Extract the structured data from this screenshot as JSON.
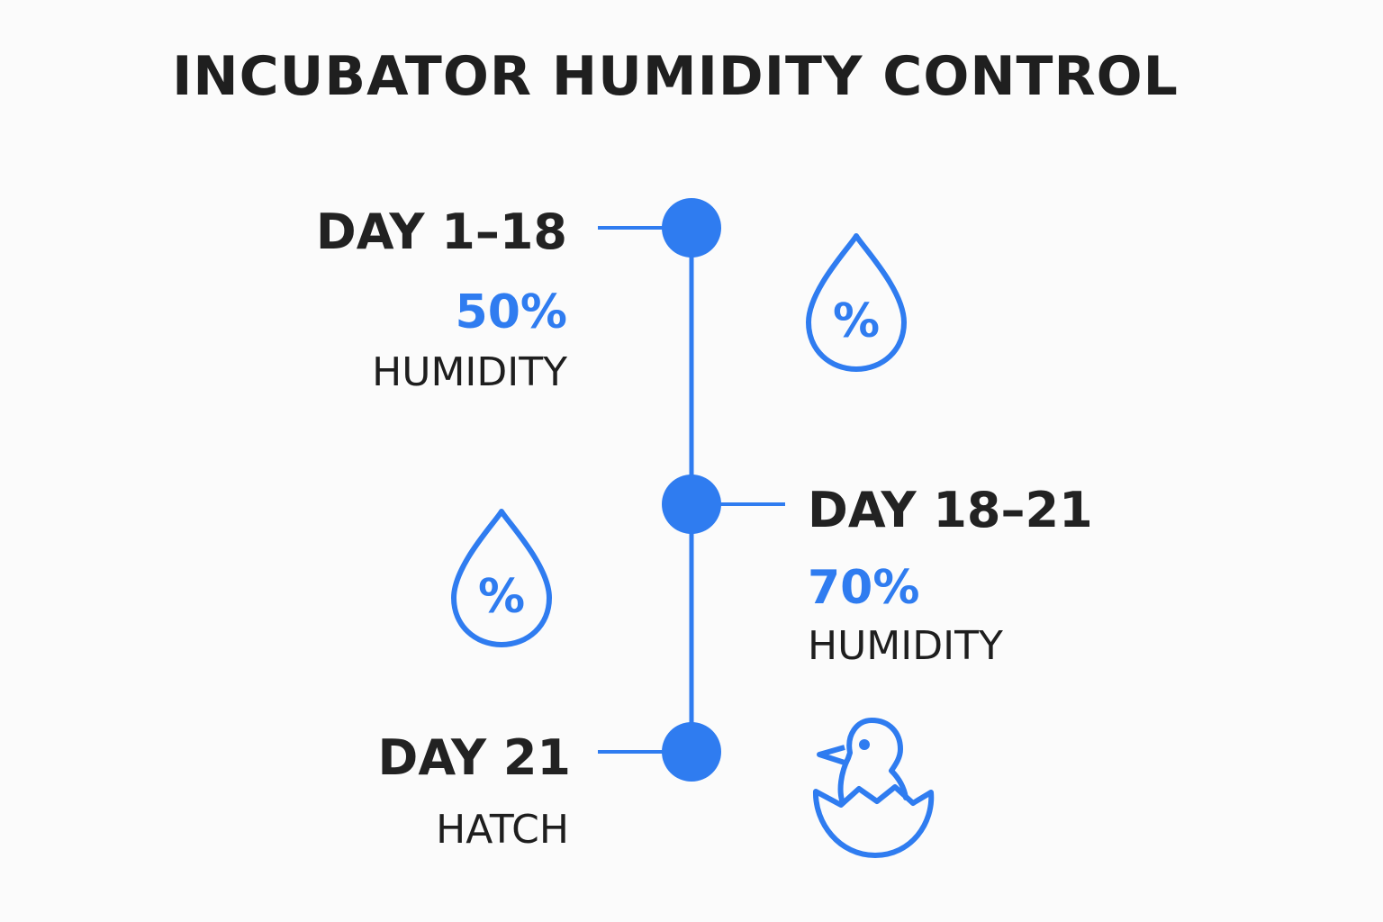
{
  "title": "INCUBATOR HUMIDITY CONTROL",
  "colors": {
    "accent": "#2f7cf0",
    "text": "#1e1e1e",
    "background": "#fbfbfb"
  },
  "stages": [
    {
      "day": "DAY 1–18",
      "value": "50%",
      "description": "HUMIDITY",
      "icon": "humidity-drop-icon"
    },
    {
      "day": "DAY 18–21",
      "value": "70%",
      "description": "HUMIDITY",
      "icon": "humidity-drop-icon"
    },
    {
      "day": "DAY 21",
      "description": "HATCH",
      "icon": "hatching-chick-icon"
    }
  ]
}
